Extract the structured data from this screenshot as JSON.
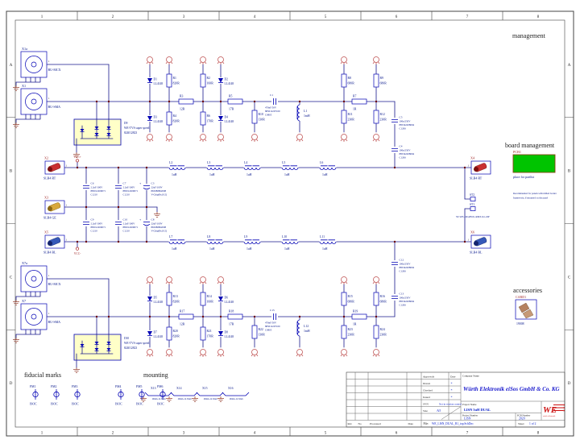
{
  "pin1": "1",
  "sheet": {
    "cols": [
      "1",
      "2",
      "3",
      "4",
      "5",
      "6",
      "7",
      "8"
    ],
    "rows": [
      "A",
      "B",
      "C",
      "D"
    ],
    "headings": {
      "management": "management",
      "board_management": "board management",
      "accessories": "accessories",
      "fiducial_marks": "fiducial marks",
      "mounting": "mounting"
    },
    "note_line1": "Recommended for panels with milled border",
    "note_line2": "framework, if mounted on the panel"
  },
  "power": {
    "vcc_plus": "VCC+",
    "vcc_minus": "VCC-"
  },
  "board": {
    "pcb_ref": "PCB1",
    "caption": "place for partlist"
  },
  "accessory": {
    "ref": "CARD1",
    "part": "19008"
  },
  "fiducials": {
    "items": [
      "FM1",
      "FM2",
      "FM3",
      "FM4",
      "FM5",
      "FM6"
    ],
    "footprint": "ISOC"
  },
  "mounting": {
    "items": [
      "X13",
      "X14",
      "X15",
      "X16"
    ],
    "value": "10mm-12.5mm"
  },
  "connectors": {
    "x1a": {
      "ref": "X1a",
      "type": "BU-MCX"
    },
    "x1": {
      "ref": "X1",
      "type": "BU-SMA"
    },
    "x7a": {
      "ref": "X7a",
      "type": "BU-MCX"
    },
    "x7": {
      "ref": "X7",
      "type": "BU-SMA"
    },
    "x2": {
      "ref": "X2",
      "type": "SLB4 RT"
    },
    "x3": {
      "ref": "X3",
      "type": "SLB4 GE"
    },
    "x5": {
      "ref": "X5",
      "type": "SLB4 BL"
    },
    "x4": {
      "ref": "X4",
      "type": "SLB4 RT"
    },
    "x6": {
      "ref": "X6",
      "type": "SLB4 BL"
    },
    "st2": {
      "ref": "ST2"
    },
    "st1": {
      "ref": "ST1",
      "part": "ST-WE-1Rx2POL-RM3.0-L-DP"
    }
  },
  "tvs": {
    "d9": {
      "ref": "D9",
      "name": "WE-TVS super speed",
      "part": "824012823"
    },
    "d10": {
      "ref": "D10",
      "name": "WE-TVS super speed",
      "part": "824012823"
    }
  },
  "parts": {
    "d1": {
      "ref": "D1",
      "val": "LL4148"
    },
    "d2": {
      "ref": "D2",
      "val": "LL4148"
    },
    "d3": {
      "ref": "D3",
      "val": "LL4148"
    },
    "d4": {
      "ref": "D4",
      "val": "LL4148"
    },
    "d5": {
      "ref": "D5",
      "val": "LL4148"
    },
    "d6": {
      "ref": "D6",
      "val": "LL4148"
    },
    "d7": {
      "ref": "D7",
      "val": "LL4148"
    },
    "d8": {
      "ref": "D8",
      "val": "LL4148"
    },
    "r1": {
      "ref": "R1",
      "val": "820R"
    },
    "r2": {
      "ref": "R2",
      "val": "160R"
    },
    "r3": {
      "ref": "R3",
      "val": "12R"
    },
    "r4": {
      "ref": "R4",
      "val": "820R"
    },
    "r5": {
      "ref": "R5",
      "val": "17R"
    },
    "r6": {
      "ref": "R6",
      "val": "170R"
    },
    "r7": {
      "ref": "R7",
      "val": "1R"
    },
    "r8": {
      "ref": "R8",
      "val": "680R"
    },
    "r9": {
      "ref": "R9",
      "val": "680R"
    },
    "r10": {
      "ref": "R10",
      "val": "130R"
    },
    "r11": {
      "ref": "R11",
      "val": "230R"
    },
    "r12": {
      "ref": "R12",
      "val": "230R"
    },
    "r13": {
      "ref": "R13",
      "val": "820R"
    },
    "r14": {
      "ref": "R14",
      "val": "160R"
    },
    "r15": {
      "ref": "R15",
      "val": "680R"
    },
    "r16": {
      "ref": "R16",
      "val": "680R"
    },
    "r17": {
      "ref": "R17",
      "val": "12R"
    },
    "r18": {
      "ref": "R18",
      "val": "17R"
    },
    "r19": {
      "ref": "R19",
      "val": "1R"
    },
    "r20": {
      "ref": "R20",
      "val": "820R"
    },
    "r21": {
      "ref": "R21",
      "val": "170R"
    },
    "r22": {
      "ref": "R22",
      "val": "130R"
    },
    "r23": {
      "ref": "R23",
      "val": "230R"
    },
    "r24": {
      "ref": "R24",
      "val": "230R"
    },
    "c1": {
      "ref": "C1",
      "v": [
        "470nF/50V",
        "885012207100",
        "C0805"
      ]
    },
    "c15": {
      "ref": "C15",
      "v": [
        "470nF/50V",
        "885012207100",
        "C0805"
      ]
    },
    "c4": {
      "ref": "C4",
      "v": [
        "100n/250V",
        "885342208004",
        "C1206"
      ]
    },
    "c5": {
      "ref": "C5",
      "v": [
        "100n/250V",
        "885342208004",
        "C1206"
      ]
    },
    "c12": {
      "ref": "C12",
      "v": [
        "100n/250V",
        "885342208004",
        "C1206"
      ]
    },
    "c13": {
      "ref": "C13",
      "v": [
        "100n/250V",
        "885342208004",
        "C1206"
      ]
    },
    "c6": {
      "ref": "C6",
      "v": [
        "2.2uF/100V",
        "885012209071",
        "C1210"
      ]
    },
    "c7": {
      "ref": "C7",
      "v": [
        "2.2uF/100V",
        "885012209071",
        "C1210"
      ]
    },
    "c9": {
      "ref": "C9",
      "v": [
        "2.2uF/100V",
        "885012209071",
        "C1210"
      ]
    },
    "c10": {
      "ref": "C10",
      "v": [
        "2.2uF/100V",
        "885012209071",
        "C1210"
      ]
    },
    "c3": {
      "ref": "C3",
      "v": [
        "22uF/100V",
        "865080862008",
        "V-Chip(8x10.5)"
      ]
    },
    "c8": {
      "ref": "C8",
      "v": [
        "22uF/100V",
        "865080862008",
        "V-Chip(8x10.5)"
      ]
    },
    "l1": {
      "ref": "L1",
      "val": "1mH"
    },
    "l12": {
      "ref": "L12",
      "val": "1mH"
    },
    "l2": {
      "ref": "L2",
      "val": "1uH"
    },
    "l3": {
      "ref": "L3",
      "val": "1uH"
    },
    "l4": {
      "ref": "L4",
      "val": "1uH"
    },
    "l5": {
      "ref": "L5",
      "val": "1uH"
    },
    "l6": {
      "ref": "L6",
      "val": "1uH"
    },
    "l7": {
      "ref": "L7",
      "val": "1uH"
    },
    "l8": {
      "ref": "L8",
      "val": "1uH"
    },
    "l9": {
      "ref": "L9",
      "val": "1uH"
    },
    "l10": {
      "ref": "L10",
      "val": "1uH"
    },
    "l11": {
      "ref": "L11",
      "val": "1uH"
    }
  },
  "title_block": {
    "approvals": "Approvals",
    "date_hdr": "Date",
    "drawn": "Drawn",
    "checked": "Checked",
    "issued": "Issued",
    "star": "*",
    "svn": "SVN",
    "svn_value": "Not in version control",
    "size": "Size",
    "size_value": "A3",
    "company_hdr": "Company Name",
    "company": "Würth Elektronik eiSos GmbH & Co. KG",
    "project_hdr": "Project Name",
    "project": "LISN 5uH DUAL",
    "project_num_hdr": "Project Number",
    "project_num": "LISN",
    "pcb_hdr": "PCB Number",
    "pcb_num": "2020",
    "rev": "Rev",
    "no": "No",
    "processed": "Processed",
    "date2": "Date",
    "file_lbl": "File:",
    "file_name": "WE_LISN_DUAL_R1_top.SchDoc",
    "sheet_lbl": "Sheet",
    "sheet_value": "1 of 2",
    "logo_text": "WE",
    "logo_sub": "würth elektronik"
  }
}
